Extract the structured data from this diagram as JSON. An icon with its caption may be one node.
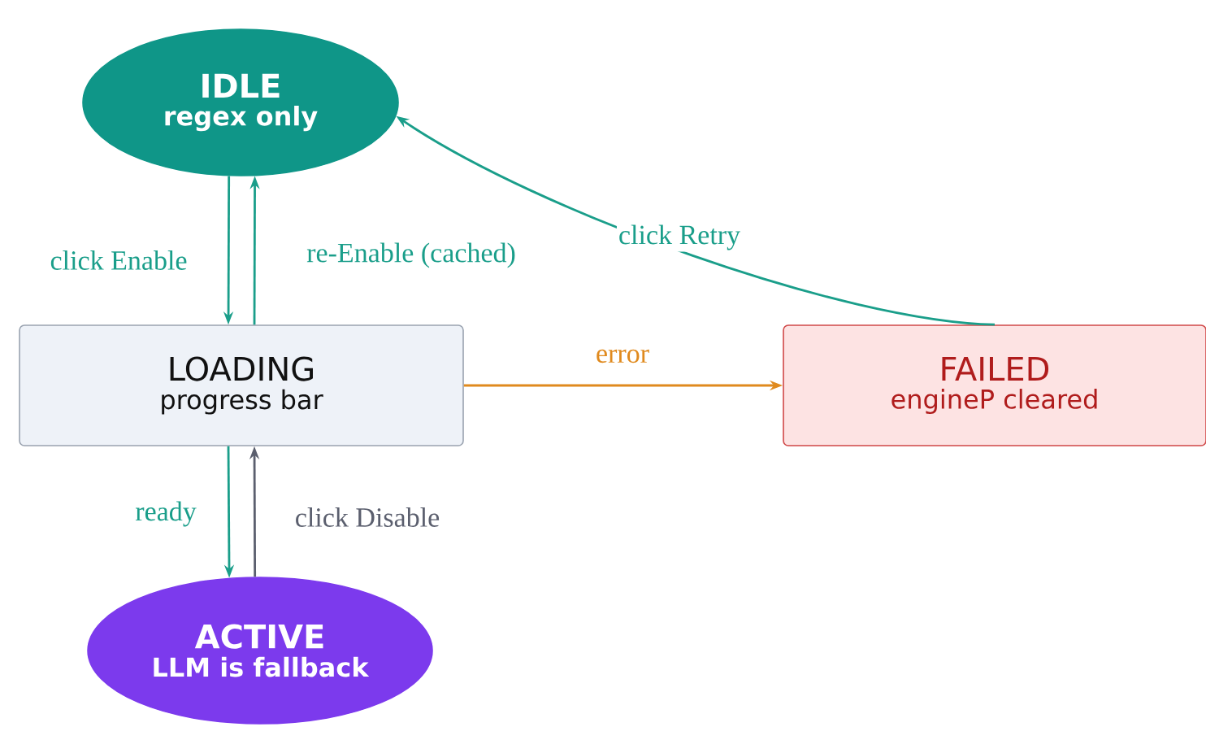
{
  "diagram": {
    "nodes": [
      {
        "text": [
          "IDLE",
          "regex only"
        ]
      },
      {
        "text": [
          "LOADING",
          "progress bar"
        ]
      },
      {
        "text": [
          "FAILED",
          "engineP cleared"
        ]
      },
      {
        "text": [
          "ACTIVE",
          "LLM is fallback"
        ]
      }
    ],
    "edges": [
      {
        "from": 0,
        "to": 1,
        "arrow": "to",
        "label": "click Enable"
      },
      {
        "from": 1,
        "to": 0,
        "arrow": "to",
        "label": "re-Enable (cached)"
      },
      {
        "from": 1,
        "to": 2,
        "arrow": "to",
        "label": "error",
        "color": "#e08a1e"
      },
      {
        "from": 2,
        "to": 0,
        "arrow": "to",
        "label": "click Retry"
      },
      {
        "from": 1,
        "to": 3,
        "arrow": "to",
        "label": "ready"
      },
      {
        "from": 3,
        "to": 1,
        "arrow": "to",
        "label": "click Disable",
        "color": "#5b5f6e"
      }
    ]
  }
}
